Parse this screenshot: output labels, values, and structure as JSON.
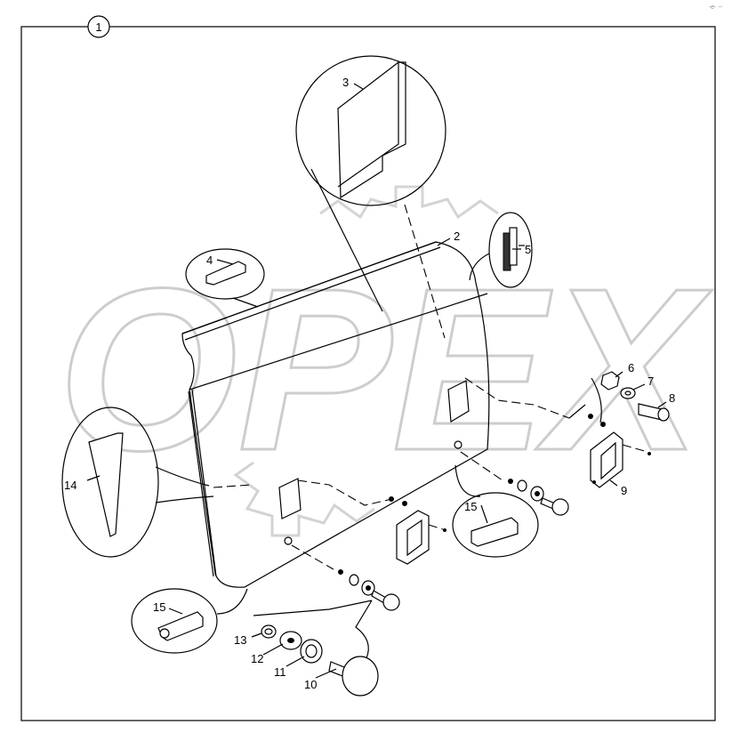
{
  "drawing": {
    "assembly_number": "1",
    "watermark": "OPEX",
    "corner_mark": "-e- --",
    "callouts": {
      "c2": "2",
      "c3": "3",
      "c4": "4",
      "c5": "5",
      "c6": "6",
      "c7": "7",
      "c8": "8",
      "c9": "9",
      "c10": "10",
      "c11": "11",
      "c12": "12",
      "c13": "13",
      "c14": "14",
      "c15a": "15",
      "c15b": "15"
    }
  }
}
